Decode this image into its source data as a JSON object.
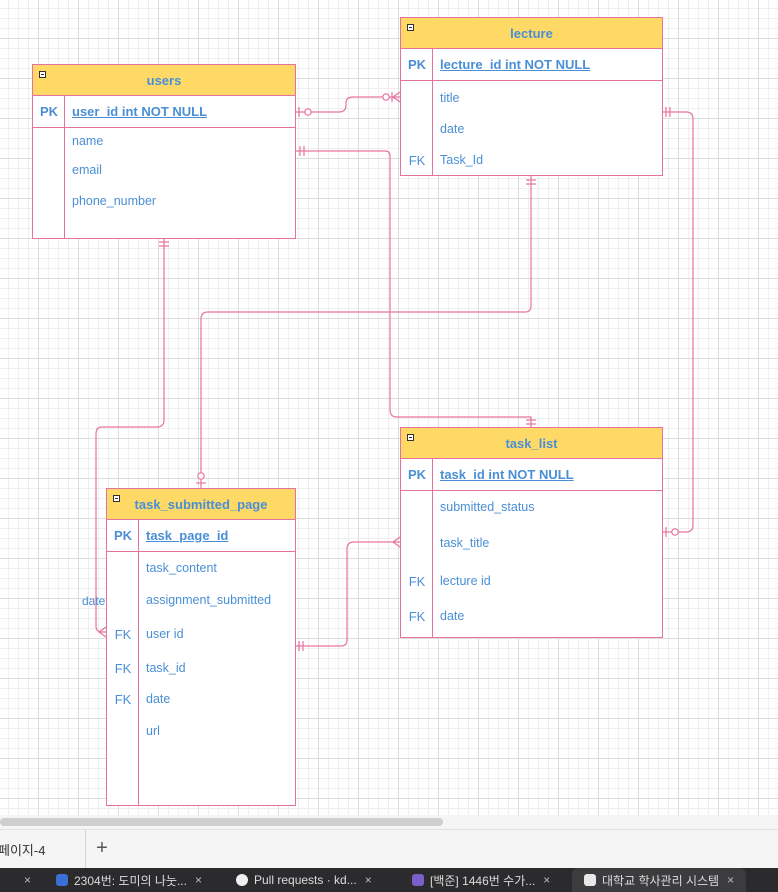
{
  "tables": {
    "users": {
      "name": "users",
      "pk_key": "PK",
      "pk_field": "user_id int NOT NULL",
      "fields": [
        {
          "key": "",
          "name": "name"
        },
        {
          "key": "",
          "name": "email"
        },
        {
          "key": "",
          "name": "phone_number"
        }
      ]
    },
    "lecture": {
      "name": "lecture",
      "pk_key": "PK",
      "pk_field": "lecture_id int NOT NULL",
      "fields": [
        {
          "key": "",
          "name": "title"
        },
        {
          "key": "",
          "name": "date"
        },
        {
          "key": "FK",
          "name": "Task_Id"
        }
      ]
    },
    "task_list": {
      "name": "task_list",
      "pk_key": "PK",
      "pk_field": "task_id int NOT NULL",
      "fields": [
        {
          "key": "",
          "name": "submitted_status"
        },
        {
          "key": "",
          "name": "task_title"
        },
        {
          "key": "FK",
          "name": "lecture id"
        },
        {
          "key": "FK",
          "name": "date"
        }
      ]
    },
    "task_submitted_page": {
      "name": "task_submitted_page",
      "pk_key": "PK",
      "pk_field": "task_page_id",
      "fields": [
        {
          "key": "",
          "name": "task_content"
        },
        {
          "key": "",
          "name": "assignment_submitted"
        },
        {
          "key": "FK",
          "name": "user id"
        },
        {
          "key": "FK",
          "name": "task_id"
        },
        {
          "key": "FK",
          "name": "date"
        },
        {
          "key": "",
          "name": "url"
        }
      ]
    }
  },
  "connector_label": "date",
  "page_tab": {
    "label": "페이지-4",
    "add": "+"
  },
  "browser_tabs": [
    {
      "label": "2304번: 도미의 나눗...",
      "close": "×"
    },
    {
      "label": "Pull requests · kd...",
      "close": "×"
    },
    {
      "label": "[백준] 1446번 수가...",
      "close": "×"
    },
    {
      "label": "대학교 학사관리 시스템",
      "close": "×"
    }
  ],
  "colors": {
    "header_fill": "#ffd966",
    "border": "#e6739f",
    "text": "#4a8fd6",
    "connector": "#e6739f"
  }
}
